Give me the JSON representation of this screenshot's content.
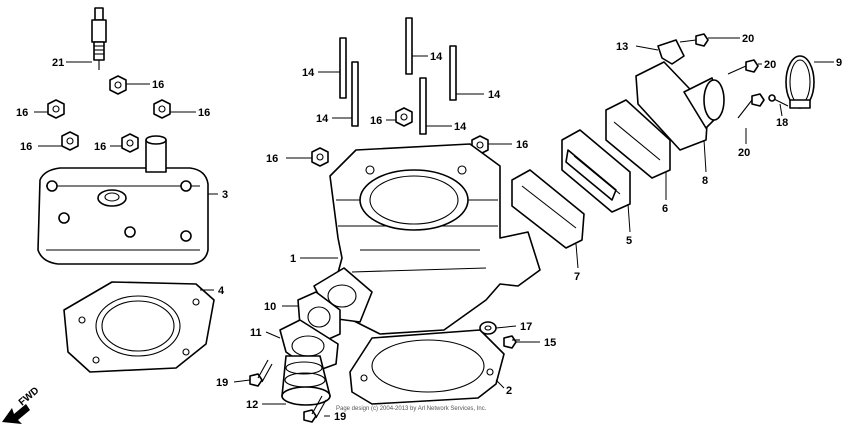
{
  "callouts": {
    "c1": "1",
    "c2": "2",
    "c3": "3",
    "c4": "4",
    "c5": "5",
    "c6": "6",
    "c7": "7",
    "c8": "8",
    "c9": "9",
    "c10": "10",
    "c11": "11",
    "c12": "12",
    "c13": "13",
    "c14a": "14",
    "c14b": "14",
    "c14c": "14",
    "c14d": "14",
    "c14e": "14",
    "c15": "15",
    "c16a": "16",
    "c16b": "16",
    "c16c": "16",
    "c16d": "16",
    "c16e": "16",
    "c16f": "16",
    "c16g": "16",
    "c17": "17",
    "c18": "18",
    "c19a": "19",
    "c19b": "19",
    "c20a": "20",
    "c20b": "20",
    "c20c": "20",
    "c21": "21"
  },
  "direction_label": "FWD",
  "copyright": "Page design (c) 2004-2013 by Arl Network Services, Inc."
}
